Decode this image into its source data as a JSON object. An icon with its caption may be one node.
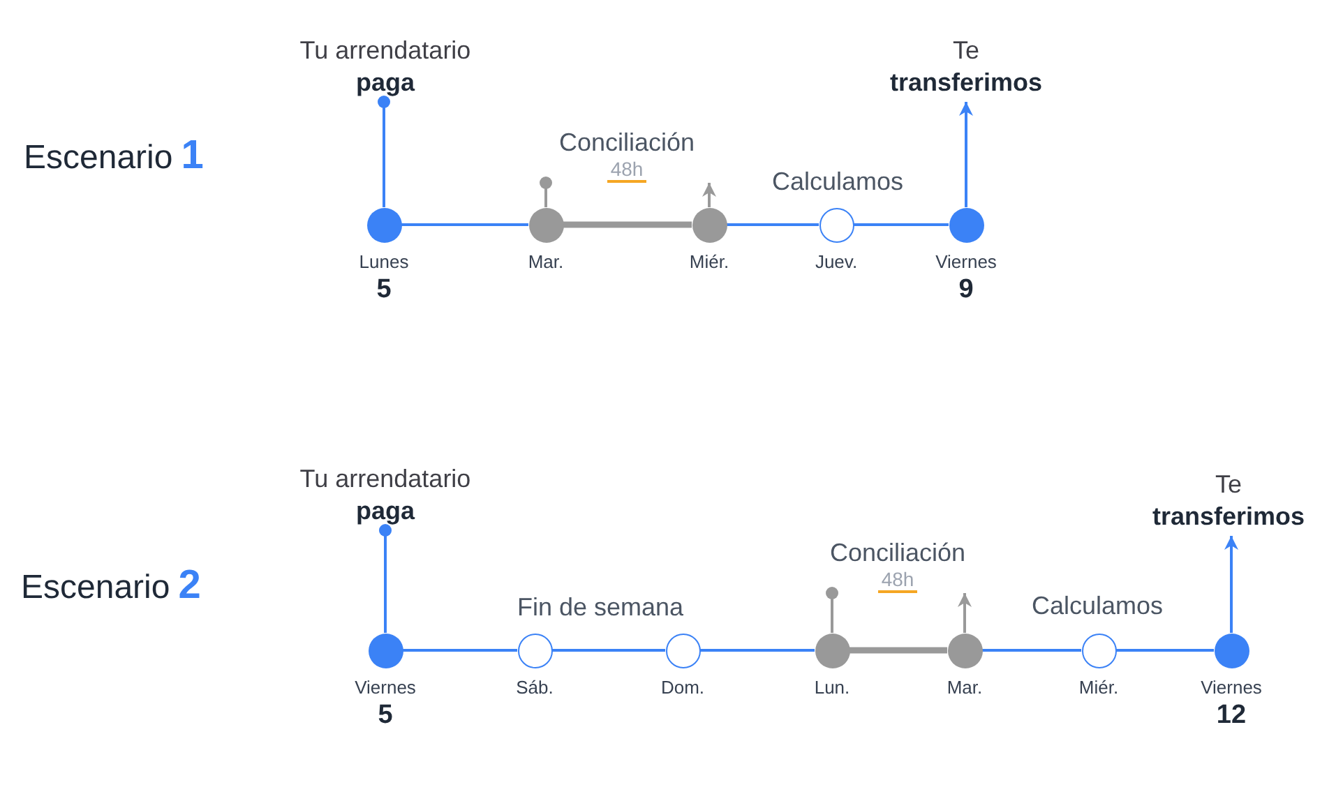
{
  "diagram": {
    "nodes": [
      {
        "text": [
          "Tu arrendatario",
          "paga"
        ]
      },
      {
        "text": [],
        "shape": "circle",
        "beside": [
          "Lunes",
          "5"
        ]
      },
      {
        "text": [],
        "shape": "circle",
        "beside": [
          "Mar."
        ]
      },
      {
        "text": [
          "Conciliación",
          "48h"
        ]
      },
      {
        "text": [],
        "shape": "circle",
        "beside": [
          "Miér."
        ]
      },
      {
        "text": [],
        "shape": "ring",
        "beside": [
          "Juev."
        ]
      },
      {
        "text": [],
        "shape": "circle",
        "beside": [
          "Viernes",
          "9"
        ]
      },
      {
        "text": [
          "Te",
          "transferimos"
        ]
      },
      {
        "text": [
          "Tu arrendatario",
          "paga"
        ]
      },
      {
        "text": [],
        "shape": "circle",
        "beside": [
          "Viernes",
          "5"
        ]
      },
      {
        "text": [],
        "shape": "ring",
        "beside": [
          "Sáb."
        ]
      },
      {
        "text": [],
        "shape": "ring",
        "beside": [
          "Dom."
        ]
      },
      {
        "text": [],
        "shape": "circle",
        "beside": [
          "Lun."
        ]
      },
      {
        "text": [
          "Conciliación",
          "48h"
        ]
      },
      {
        "text": [],
        "shape": "circle",
        "beside": [
          "Mar."
        ]
      },
      {
        "text": [],
        "shape": "ring",
        "beside": [
          "Miér."
        ]
      },
      {
        "text": [],
        "shape": "circle",
        "beside": [
          "Viernes",
          "12"
        ]
      },
      {
        "text": [
          "Te",
          "transferimos"
        ]
      }
    ],
    "edges": [
      {
        "from": 0,
        "to": 1,
        "arrow": "other"
      },
      {
        "from": 1,
        "to": 2,
        "arrow": "none"
      },
      {
        "from": 2,
        "to": 4,
        "arrow": "none",
        "style": "thick",
        "color": "#999999"
      },
      {
        "from": 4,
        "to": 5,
        "arrow": "none"
      },
      {
        "from": 5,
        "to": 6,
        "arrow": "none"
      },
      {
        "from": 6,
        "to": 7,
        "arrow": "to"
      },
      {
        "from": 3,
        "to": 2,
        "arrow": "other",
        "color": "#999999"
      },
      {
        "from": 4,
        "to": 3,
        "arrow": "to",
        "color": "#999999"
      },
      {
        "from": 8,
        "to": 9,
        "arrow": "other"
      },
      {
        "from": 9,
        "to": 10,
        "arrow": "none"
      },
      {
        "from": 10,
        "to": 11,
        "arrow": "none"
      },
      {
        "from": 11,
        "to": 12,
        "arrow": "none"
      },
      {
        "from": 12,
        "to": 14,
        "arrow": "none",
        "style": "thick",
        "color": "#999999"
      },
      {
        "from": 14,
        "to": 15,
        "arrow": "none"
      },
      {
        "from": 15,
        "to": 16,
        "arrow": "none"
      },
      {
        "from": 16,
        "to": 17,
        "arrow": "to"
      },
      {
        "from": 13,
        "to": 12,
        "arrow": "other",
        "color": "#999999"
      },
      {
        "from": 14,
        "to": 13,
        "arrow": "to",
        "color": "#999999"
      }
    ],
    "labels": [
      "Escenario",
      "1",
      "Calculamos",
      "Escenario",
      "2",
      "Fin de semana",
      "Calculamos"
    ]
  }
}
